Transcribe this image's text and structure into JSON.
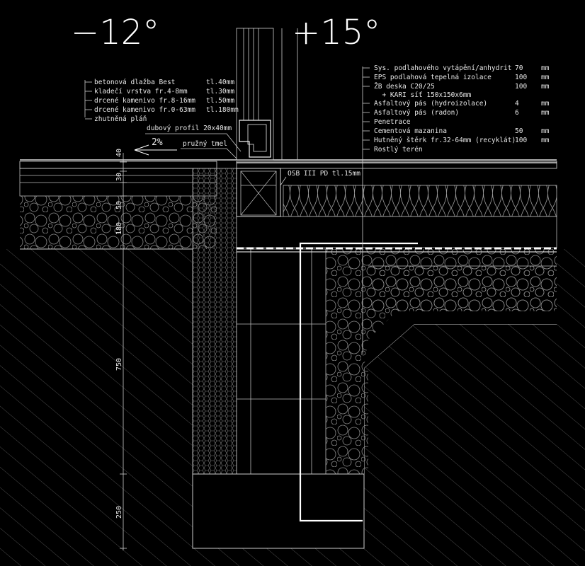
{
  "temperatures": {
    "outside": "−12°",
    "inside": "+15°"
  },
  "left_layers": [
    {
      "name": "betonová dlažba Best",
      "thickness": "tl.40mm"
    },
    {
      "name": "kladečí vrstva    fr.4-8mm",
      "thickness": "tl.30mm"
    },
    {
      "name": "drcené kamenivo fr.8-16mm",
      "thickness": "tl.50mm"
    },
    {
      "name": "drcené kamenivo fr.0-63mm",
      "thickness": "tl.180mm"
    },
    {
      "name": "zhutněná pláň",
      "thickness": ""
    }
  ],
  "right_layers": [
    {
      "name": "Sys. podlahového vytápění/anhydrit",
      "value": "70",
      "unit": "mm"
    },
    {
      "name": "EPS podlahová tepelná izolace",
      "value": "100",
      "unit": "mm"
    },
    {
      "name": "ŽB deska C20/25",
      "value": "100",
      "unit": "mm"
    },
    {
      "name": "  + KARI síť 150x150x6mm",
      "value": "",
      "unit": ""
    },
    {
      "name": "Asfaltový pás (hydroizolace)",
      "value": "4",
      "unit": "mm"
    },
    {
      "name": "Asfaltový pás (radon)",
      "value": "6",
      "unit": "mm"
    },
    {
      "name": "Penetrace",
      "value": "",
      "unit": ""
    },
    {
      "name": "Cementová mazanina",
      "value": "50",
      "unit": "mm"
    },
    {
      "name": "Hutněný štěrk fr.32-64mm (recyklát)",
      "value": "100",
      "unit": "mm"
    },
    {
      "name": "Rostlý terén",
      "value": "",
      "unit": ""
    }
  ],
  "callouts": {
    "oak_profile": "dubový profil 20x40mm",
    "sealant": "pružný tmel",
    "osb": "OSB III PD tl.15mm",
    "slope": "2%"
  },
  "dimensions": [
    "40",
    "30",
    "50",
    "180",
    "750",
    "250"
  ],
  "colors": {
    "background": "#000000",
    "lines": "#ffffff",
    "hatch": "#5a5a5a"
  }
}
